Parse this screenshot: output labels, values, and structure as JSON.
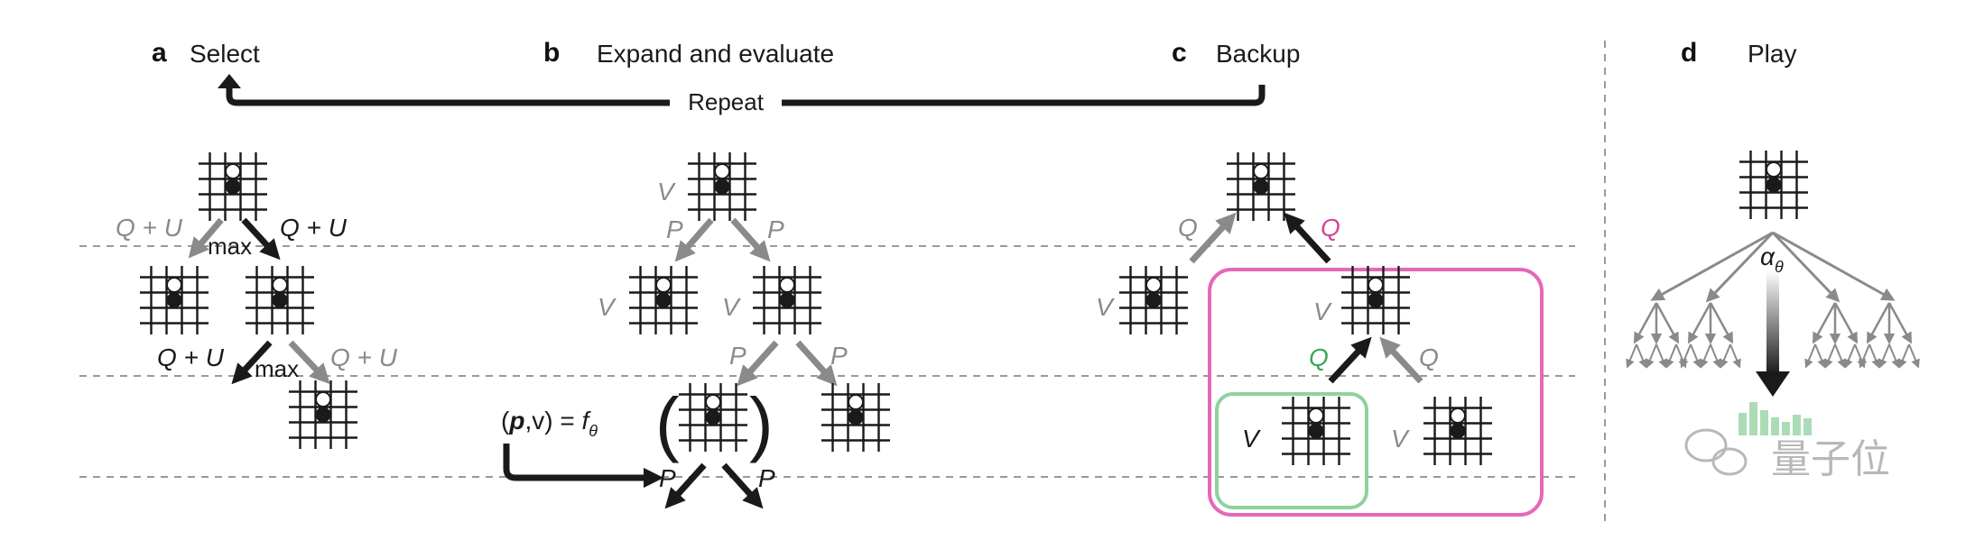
{
  "panels": {
    "a": {
      "letter": "a",
      "title": "Select"
    },
    "b": {
      "letter": "b",
      "title": "Expand and evaluate"
    },
    "c": {
      "letter": "c",
      "title": "Backup"
    },
    "d": {
      "letter": "d",
      "title": "Play"
    }
  },
  "repeat_label": "Repeat",
  "labels": {
    "q_plus_u": "Q + U",
    "max": "max",
    "v": "V",
    "p": "P",
    "q": "Q",
    "alpha": "α",
    "theta": "θ"
  },
  "network_label": {
    "lparen": "(",
    "bold_p": "p",
    "comma_v": ",v) = ",
    "f": "f",
    "theta": "θ"
  },
  "watermark": {
    "text": "量子位"
  },
  "colors": {
    "black": "#1a1a1a",
    "grey": "#8a8a8a",
    "pink": "#e468b8",
    "pink_text": "#d6439b",
    "green": "#8fd19e",
    "green_text": "#3aa856",
    "dashed": "#9a9a9a",
    "watermark": "#b8b8b8"
  }
}
